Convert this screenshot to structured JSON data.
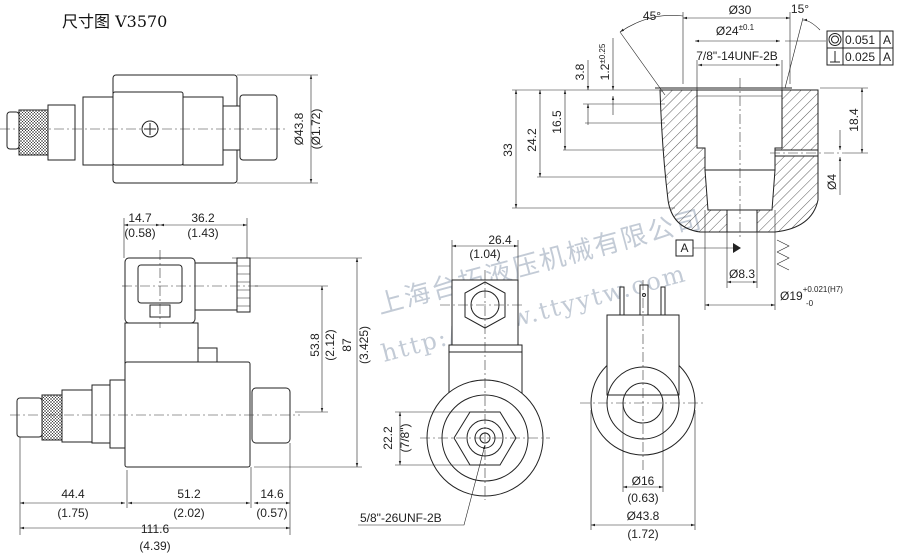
{
  "title": "尺寸图 V3570",
  "watermark": {
    "company": "上海台拓液压机械有限公司",
    "url": "http://www.ttyytw.com"
  },
  "top_view": {
    "dia": "Ø43.8",
    "dia_in": "(Ø1.72)"
  },
  "side_view": {
    "conn_offset": "14.7",
    "conn_offset_in": "(0.58)",
    "conn_len": "36.2",
    "conn_len_in": "(1.43)",
    "height_center": "53.8",
    "height_center_in": "(2.12)",
    "height": "87",
    "height_in": "(3.425)",
    "cartridge": "44.4",
    "cartridge_in": "(1.75)",
    "coil": "51.2",
    "coil_in": "(2.02)",
    "nut": "14.6",
    "nut_in": "(0.57)",
    "total": "111.6",
    "total_in": "(4.39)"
  },
  "front_view": {
    "width": "26.4",
    "width_in": "(1.04)",
    "hex": "22.2",
    "hex_in": "(7/8\")",
    "thread": "5/8\"-26UNF-2B"
  },
  "coil_view": {
    "bore": "Ø16",
    "bore_in": "(0.63)",
    "dia": "Ø43.8",
    "dia_in": "(1.72)"
  },
  "cavity": {
    "angle_left": "45°",
    "angle_right": "15°",
    "d30": "Ø30",
    "d24": "Ø24",
    "d24_tol": "±0.1",
    "thread": "7/8\"-14UNF-2B",
    "depth_33": "33",
    "depth_24": "24.2",
    "depth_16": "16.5",
    "depth_3": "3.8",
    "depth_1": "1.2",
    "depth_1_tol": "±0.25",
    "port_depth": "18.4",
    "port_dia": "Ø4",
    "datum": "A",
    "d8": "Ø8.3",
    "d19": "Ø19",
    "d19_tol_upper": "+0.021(H7)",
    "d19_tol_lower": "-0",
    "tolerances": [
      {
        "value": "0.051",
        "datum": "A"
      },
      {
        "value": "0.025",
        "datum": "A"
      }
    ]
  }
}
